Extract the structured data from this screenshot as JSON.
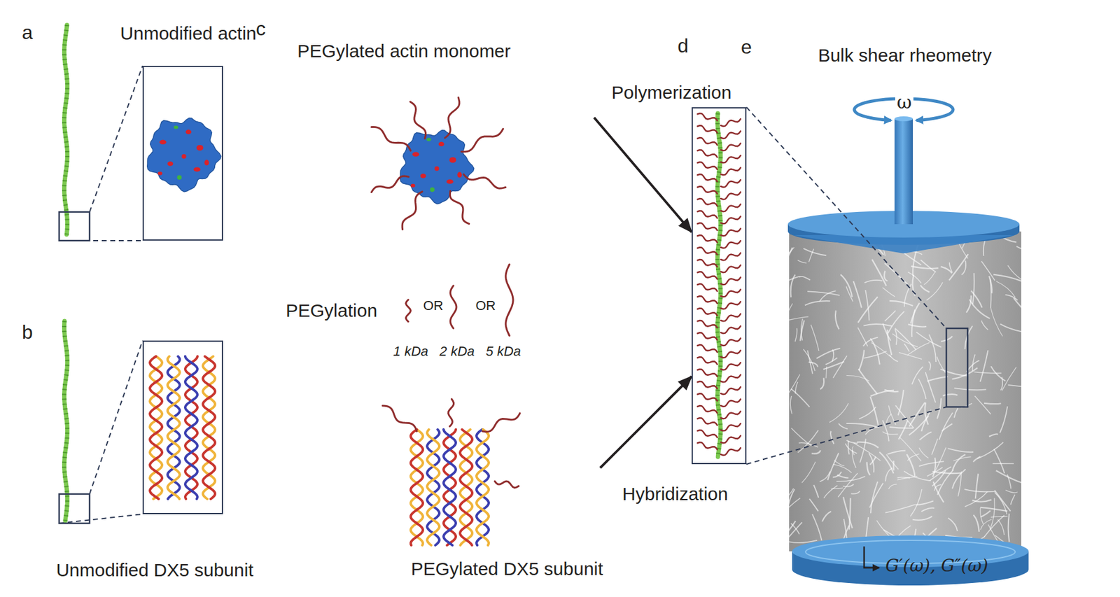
{
  "diagram": {
    "nodes": [
      {
        "text": [
          "Unmodified actin"
        ]
      },
      {
        "text": [
          "Unmodified DX5 subunit"
        ]
      },
      {
        "text": [
          "PEGylated actin monomer"
        ]
      },
      {
        "text": [
          "PEGylated DX5 subunit"
        ]
      },
      {
        "text": [
          "d"
        ]
      },
      {
        "text": [
          "Bulk shear rheometry"
        ]
      }
    ],
    "edges": [
      {
        "from": 2,
        "to": 4,
        "label": "Polymerization",
        "arrow": "to"
      },
      {
        "from": 3,
        "to": 4,
        "label": "Hybridization",
        "arrow": "to"
      }
    ],
    "labels": [
      "a",
      "b",
      "c",
      "e",
      "PEGylation",
      "OR",
      "OR",
      "1 kDa",
      "2 kDa",
      "5 kDa",
      "ω",
      "G′(ω), G″(ω)"
    ]
  }
}
